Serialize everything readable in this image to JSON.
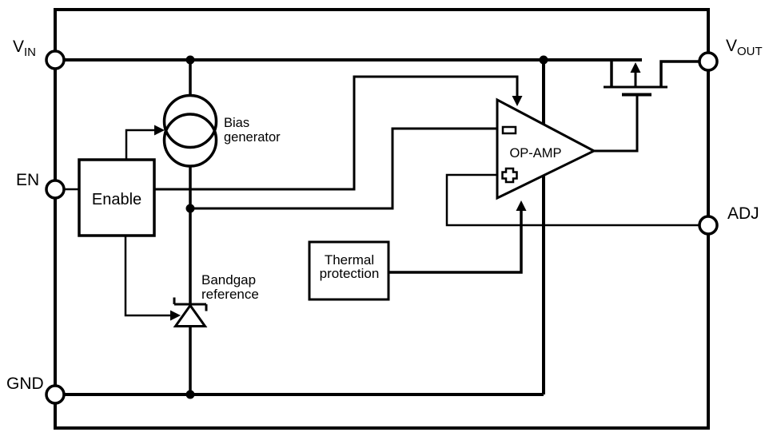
{
  "diagram": {
    "kind": "LDO regulator functional block diagram"
  },
  "colors": {
    "ink": "#000000",
    "background": "#ffffff"
  },
  "pins": {
    "vin": {
      "name": "V",
      "sub": "IN"
    },
    "en": {
      "name": "EN"
    },
    "gnd": {
      "name": "GND"
    },
    "vout": {
      "name": "V",
      "sub": "OUT"
    },
    "adj": {
      "name": "ADJ"
    }
  },
  "blocks": {
    "enable": {
      "label": "Enable"
    },
    "bias": {
      "line1": "Bias",
      "line2": "generator"
    },
    "bandgap": {
      "line1": "Bandgap",
      "line2": "reference"
    },
    "thermal": {
      "line1": "Thermal",
      "line2": "protection"
    },
    "opamp": {
      "label": "OP-AMP"
    }
  }
}
